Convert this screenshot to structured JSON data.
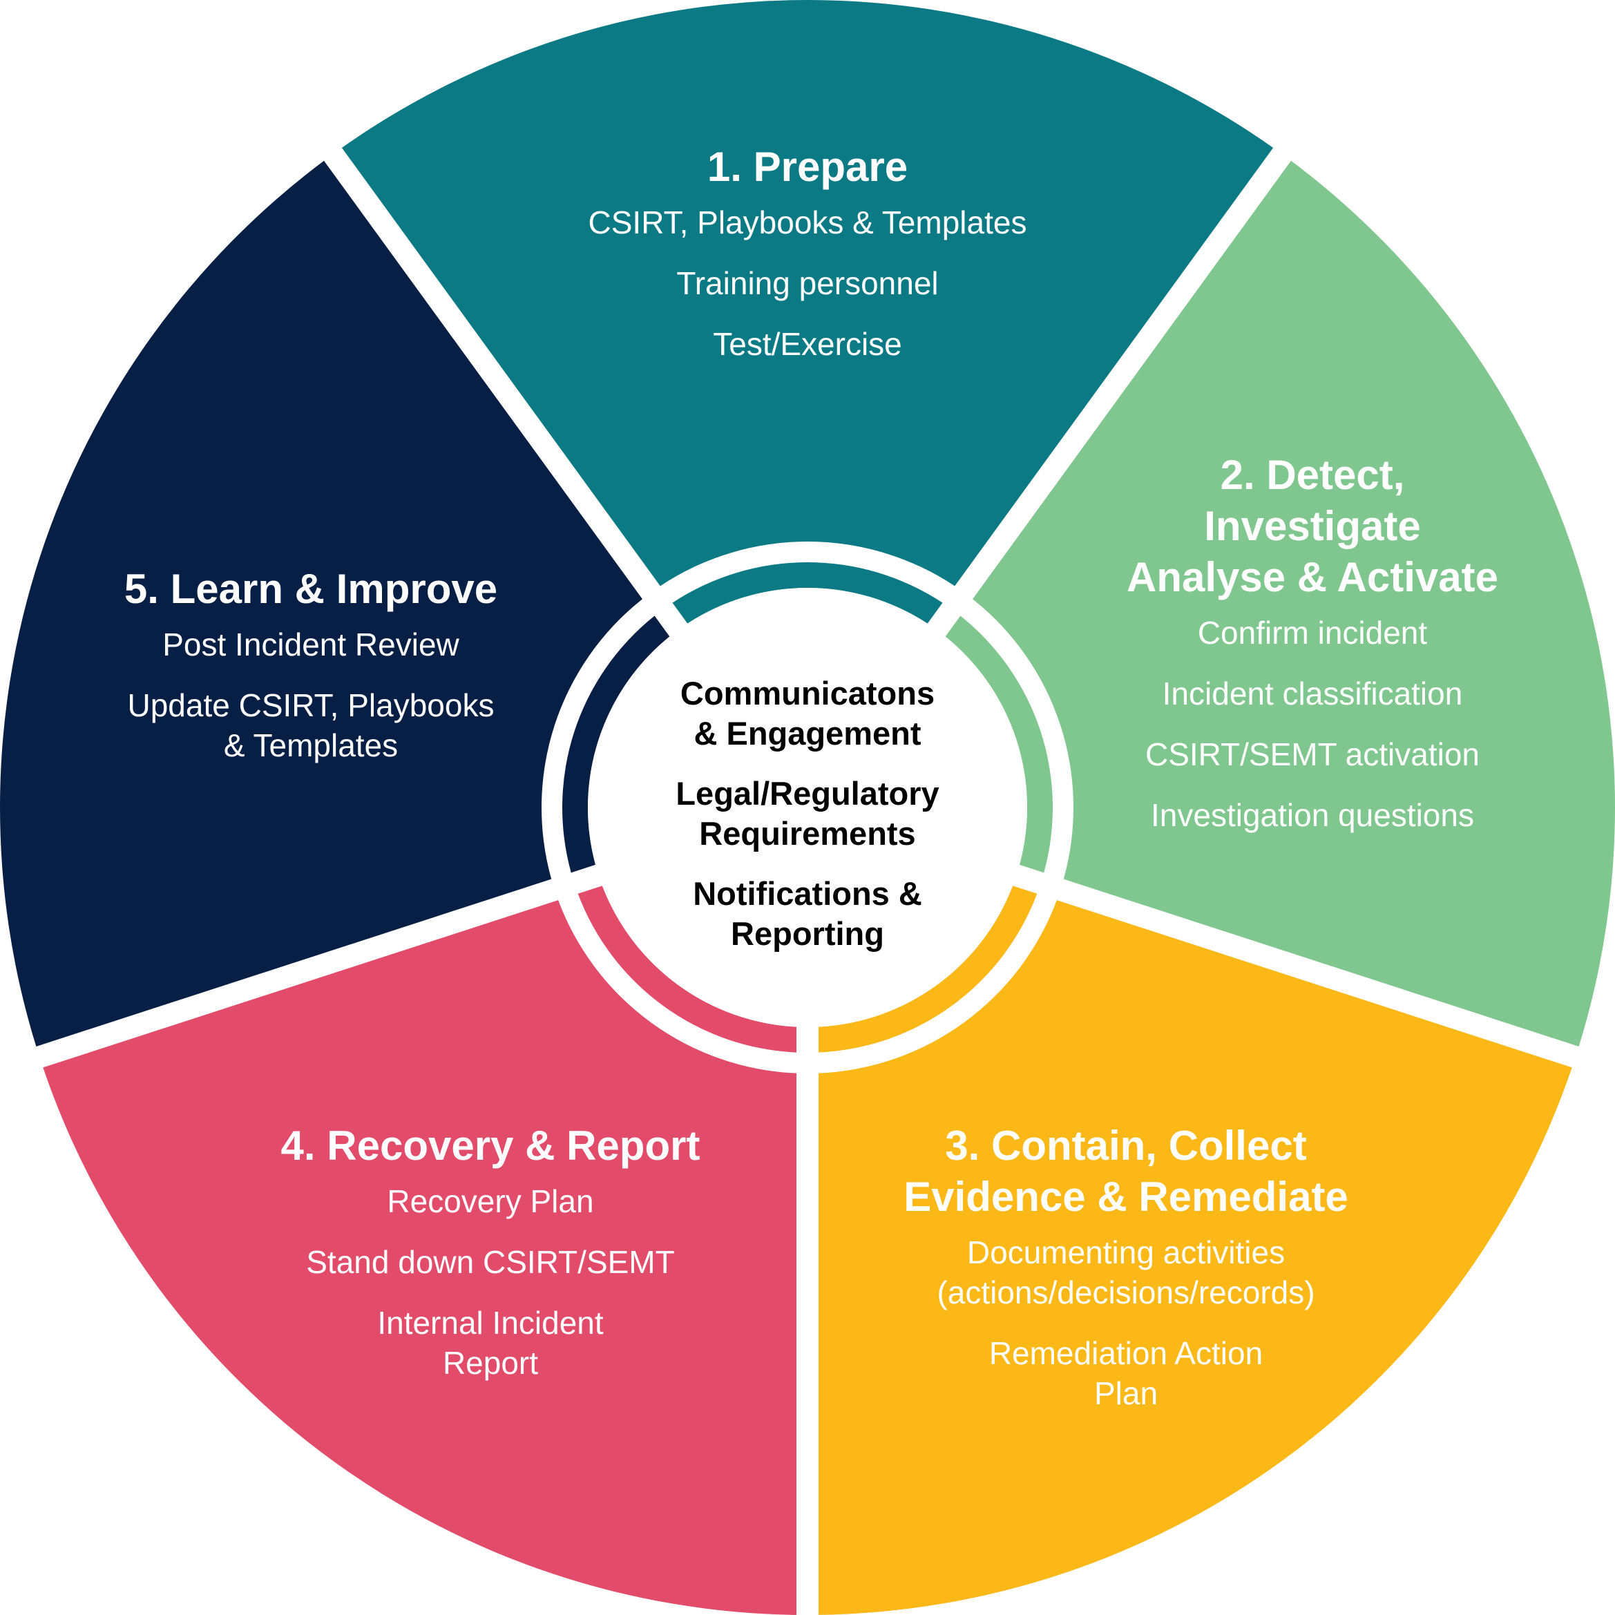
{
  "diagram": {
    "type": "cycle-wheel",
    "colors": {
      "prepare": "#0B7A85",
      "detect": "#80C78F",
      "contain": "#FBB817",
      "recovery": "#E24B69",
      "learn": "#081F45",
      "center_bg": "#FFFFFF",
      "gap": "#FFFFFF",
      "center_text": "#000000",
      "segment_text": "#FFFFFF"
    },
    "segments": [
      {
        "title": "1. Prepare",
        "items": [
          "CSIRT, Playbooks & Templates",
          "Training personnel",
          "Test/Exercise"
        ]
      },
      {
        "title_lines": [
          "2. Detect,",
          "Investigate",
          "Analyse & Activate"
        ],
        "items": [
          "Confirm incident",
          "Incident classification",
          "CSIRT/SEMT activation",
          "Investigation questions"
        ]
      },
      {
        "title_lines": [
          "3. Contain, Collect",
          "Evidence & Remediate"
        ],
        "items": [
          {
            "lines": [
              "Documenting activities",
              "(actions/decisions/records)"
            ]
          },
          {
            "lines": [
              "Remediation Action",
              "Plan"
            ]
          }
        ]
      },
      {
        "title": "4. Recovery & Report",
        "items": [
          {
            "lines": [
              "Recovery Plan"
            ]
          },
          {
            "lines": [
              "Stand down CSIRT/SEMT"
            ]
          },
          {
            "lines": [
              "Internal Incident",
              "Report"
            ]
          }
        ]
      },
      {
        "title": "5. Learn & Improve",
        "items": [
          {
            "lines": [
              "Post Incident Review"
            ]
          },
          {
            "lines": [
              "Update CSIRT, Playbooks",
              "& Templates"
            ]
          }
        ]
      }
    ],
    "center": {
      "items": [
        {
          "lines": [
            "Communicatons",
            "& Engagement"
          ]
        },
        {
          "lines": [
            "Legal/Regulatory",
            "Requirements"
          ]
        },
        {
          "lines": [
            "Notifications &",
            "Reporting"
          ]
        }
      ]
    }
  }
}
